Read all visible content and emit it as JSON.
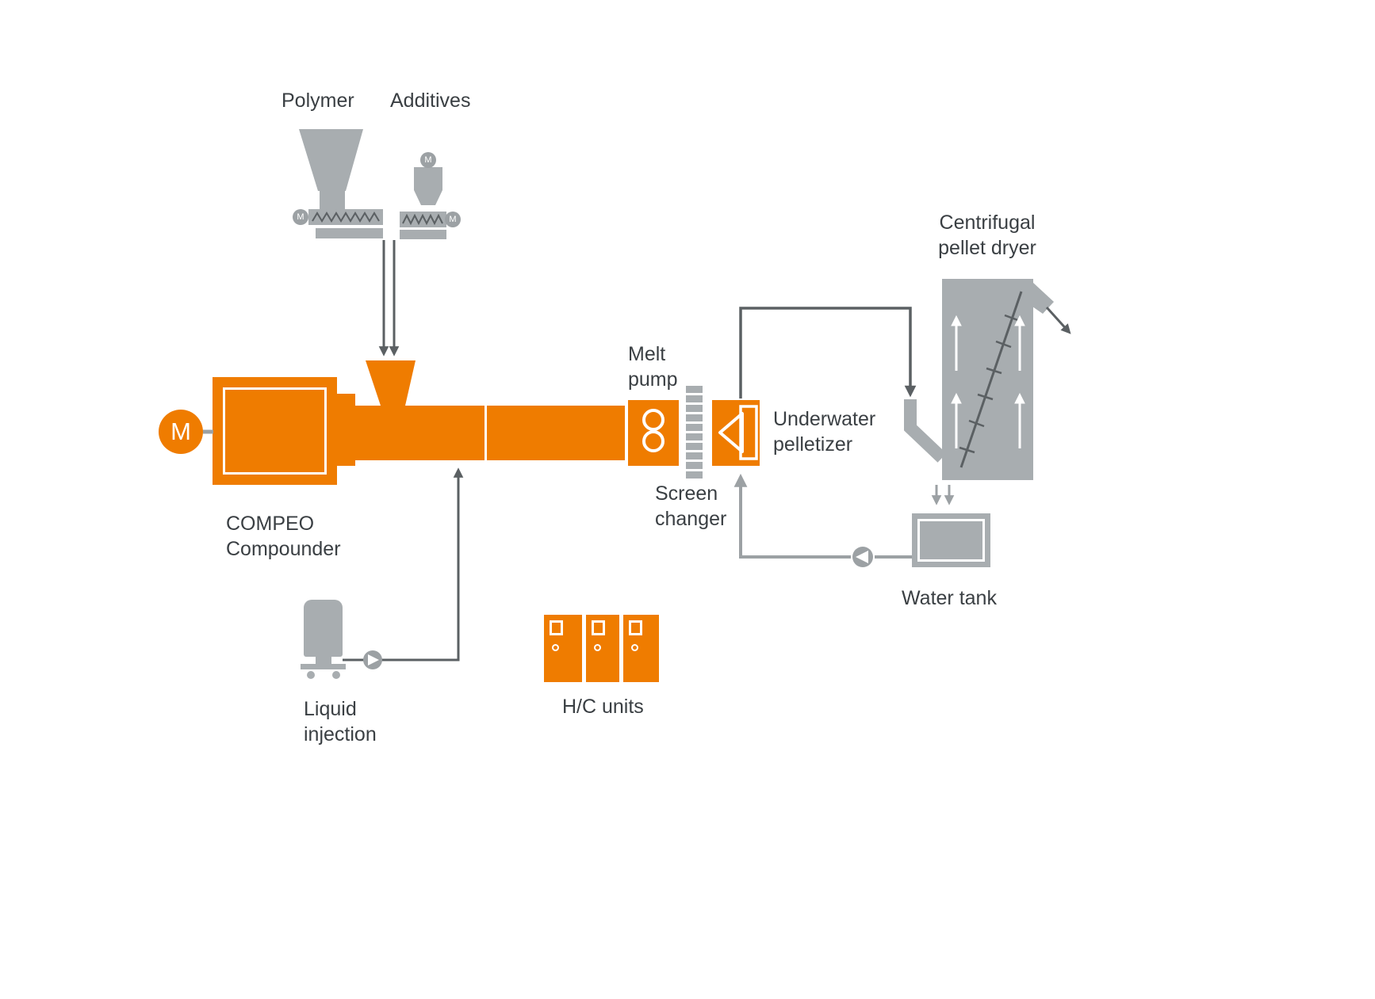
{
  "colors": {
    "orange": "#EF7C00",
    "gray": "#A8ADB0",
    "pipe": "#9CA1A4",
    "dark": "#5B6063",
    "text": "#3A3F43"
  },
  "labels": {
    "polymer": "Polymer",
    "additives": "Additives",
    "melt_pump": "Melt\npump",
    "screen_changer": "Screen\nchanger",
    "underwater_pelletizer": "Underwater\npelletizer",
    "centrifugal_pellet_dryer": "Centrifugal\npellet dryer",
    "compeo_compounder": "COMPEO\nCompounder",
    "water_tank": "Water tank",
    "liquid_injection": "Liquid\ninjection",
    "hc_units": "H/C units",
    "motor_letter": "M"
  }
}
